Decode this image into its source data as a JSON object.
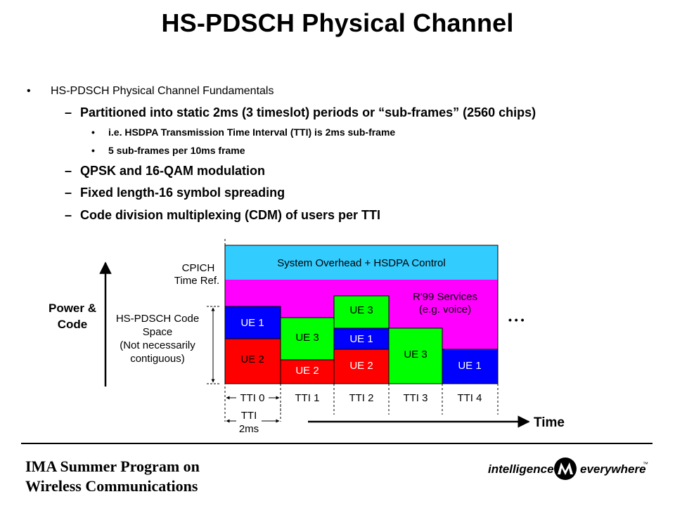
{
  "slide": {
    "title": "HS-PDSCH Physical Channel",
    "bullets": {
      "level1": "HS-PDSCH Physical Channel Fundamentals",
      "level2_a": "Partitioned into static 2ms (3 timeslot) periods or “sub-frames” (2560 chips)",
      "level3_a": "i.e. HSDPA Transmission Time Interval (TTI) is 2ms sub-frame",
      "level3_b": "5 sub-frames per 10ms frame",
      "level2_b": "QPSK and 16-QAM modulation",
      "level2_c": "Fixed length-16 symbol spreading",
      "level2_d": "Code division multiplexing (CDM) of users per TTI",
      "bullet_glyph": "•",
      "dash_glyph": "–"
    }
  },
  "diagram": {
    "overhead_label": "System Overhead + HSDPA Control",
    "r99_label_line1": "R'99 Services",
    "r99_label_line2": "(e.g. voice)",
    "cpich_line1": "CPICH",
    "cpich_line2": "Time Ref.",
    "power_line1": "Power &",
    "power_line2": "Code",
    "code_space_line1": "HS-PDSCH Code",
    "code_space_line2": "Space",
    "code_space_line3": "(Not necessarily",
    "code_space_line4": "contiguous)",
    "ellipsis": "• • •",
    "time_label": "Time",
    "tti_line1": "TTI",
    "tti_line2": "2ms",
    "tti_labels": [
      "TTI 0",
      "TTI 1",
      "TTI 2",
      "TTI 3",
      "TTI 4"
    ],
    "ue_labels": {
      "tti0_top": "UE 1",
      "tti0_bottom": "UE 2",
      "tti1_top": "UE 3",
      "tti1_bottom": "UE 2",
      "tti2_top": "UE 3",
      "tti2_mid": "UE 1",
      "tti2_bottom": "UE 2",
      "tti3": "UE 3",
      "tti4": "UE 1"
    },
    "colors": {
      "overhead": "#33ccff",
      "r99": "#ff00ff",
      "ue1": "#0000ff",
      "ue2": "#ff0000",
      "ue3": "#00ff00"
    }
  },
  "footer": {
    "line1": "IMA Summer Program on",
    "line2": "Wireless Communications",
    "brand_left": "intelligence",
    "brand_right": "everywhere",
    "brand_tm": "™"
  }
}
